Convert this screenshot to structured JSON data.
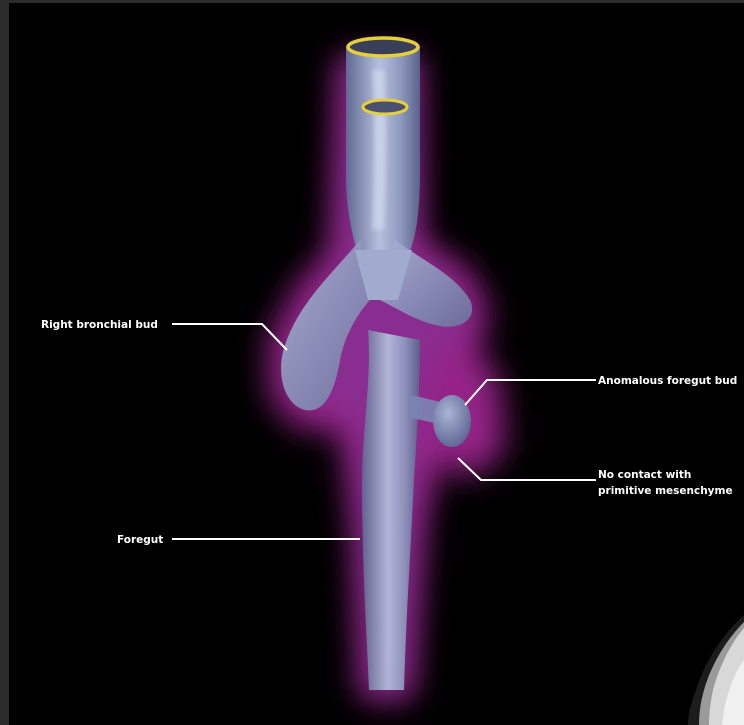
{
  "labels": {
    "right_bronchial_bud": "Right bronchial bud",
    "anomalous_foregut_bud": "Anomalous foregut bud",
    "no_contact_line1": "No contact with",
    "no_contact_line2": "primitive mesenchyme",
    "foregut": "Foregut"
  },
  "colors": {
    "background": "#000000",
    "tube": "#8f9bc2",
    "glow": "#b02ba0",
    "ring": "#e6cf3a",
    "leader": "#ffffff"
  }
}
